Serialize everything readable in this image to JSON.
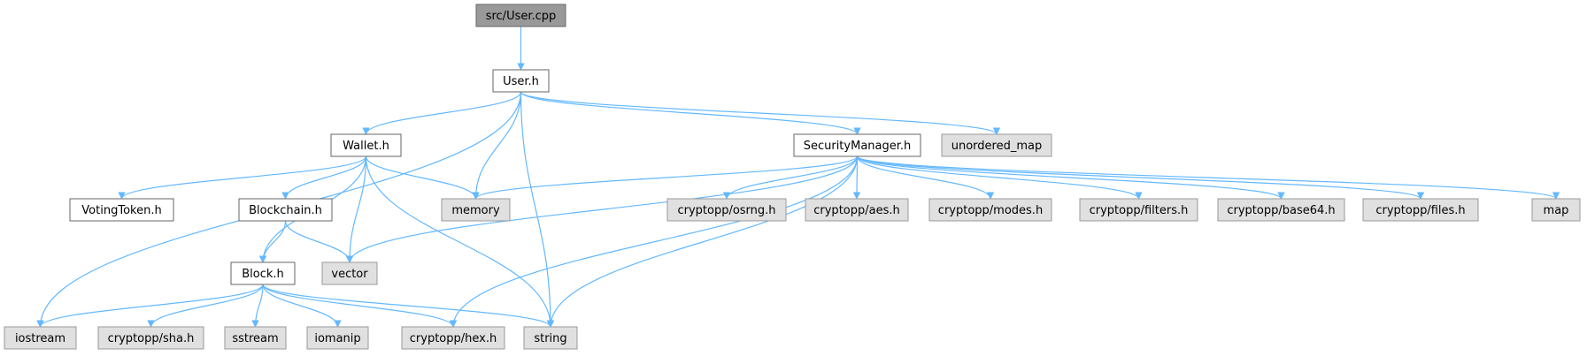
{
  "graph": {
    "edge_color": "#63b8ff",
    "nodes": {
      "user_cpp": {
        "label": "src/User.cpp",
        "kind": "root"
      },
      "user_h": {
        "label": "User.h",
        "kind": "project"
      },
      "wallet_h": {
        "label": "Wallet.h",
        "kind": "project"
      },
      "security_h": {
        "label": "SecurityManager.h",
        "kind": "project"
      },
      "unordered_map": {
        "label": "unordered_map",
        "kind": "system"
      },
      "votingtoken_h": {
        "label": "VotingToken.h",
        "kind": "project"
      },
      "blockchain_h": {
        "label": "Blockchain.h",
        "kind": "project"
      },
      "memory": {
        "label": "memory",
        "kind": "system"
      },
      "osrng": {
        "label": "cryptopp/osrng.h",
        "kind": "system"
      },
      "aes": {
        "label": "cryptopp/aes.h",
        "kind": "system"
      },
      "modes": {
        "label": "cryptopp/modes.h",
        "kind": "system"
      },
      "filters": {
        "label": "cryptopp/filters.h",
        "kind": "system"
      },
      "base64": {
        "label": "cryptopp/base64.h",
        "kind": "system"
      },
      "files": {
        "label": "cryptopp/files.h",
        "kind": "system"
      },
      "map": {
        "label": "map",
        "kind": "system"
      },
      "vector": {
        "label": "vector",
        "kind": "system"
      },
      "block_h": {
        "label": "Block.h",
        "kind": "project"
      },
      "iostream": {
        "label": "iostream",
        "kind": "system"
      },
      "sha": {
        "label": "cryptopp/sha.h",
        "kind": "system"
      },
      "sstream": {
        "label": "sstream",
        "kind": "system"
      },
      "iomanip": {
        "label": "iomanip",
        "kind": "system"
      },
      "hex": {
        "label": "cryptopp/hex.h",
        "kind": "system"
      },
      "string": {
        "label": "string",
        "kind": "system"
      }
    },
    "styles": {
      "root": {
        "fill": "#999999",
        "stroke": "#666666"
      },
      "project": {
        "fill": "#ffffff",
        "stroke": "#666666"
      },
      "system": {
        "fill": "#e0e0e0",
        "stroke": "#999999"
      }
    },
    "edges": [
      [
        "user_cpp",
        "user_h"
      ],
      [
        "user_h",
        "wallet_h"
      ],
      [
        "user_h",
        "security_h"
      ],
      [
        "user_h",
        "unordered_map"
      ],
      [
        "user_h",
        "memory"
      ],
      [
        "user_h",
        "string"
      ],
      [
        "user_h",
        "iostream"
      ],
      [
        "wallet_h",
        "votingtoken_h"
      ],
      [
        "wallet_h",
        "blockchain_h"
      ],
      [
        "wallet_h",
        "memory"
      ],
      [
        "wallet_h",
        "vector"
      ],
      [
        "wallet_h",
        "block_h"
      ],
      [
        "wallet_h",
        "string"
      ],
      [
        "blockchain_h",
        "block_h"
      ],
      [
        "blockchain_h",
        "vector"
      ],
      [
        "security_h",
        "memory"
      ],
      [
        "security_h",
        "osrng"
      ],
      [
        "security_h",
        "aes"
      ],
      [
        "security_h",
        "modes"
      ],
      [
        "security_h",
        "filters"
      ],
      [
        "security_h",
        "base64"
      ],
      [
        "security_h",
        "files"
      ],
      [
        "security_h",
        "map"
      ],
      [
        "security_h",
        "vector"
      ],
      [
        "security_h",
        "hex"
      ],
      [
        "security_h",
        "string"
      ],
      [
        "block_h",
        "iostream"
      ],
      [
        "block_h",
        "sha"
      ],
      [
        "block_h",
        "sstream"
      ],
      [
        "block_h",
        "iomanip"
      ],
      [
        "block_h",
        "hex"
      ],
      [
        "block_h",
        "string"
      ]
    ]
  }
}
